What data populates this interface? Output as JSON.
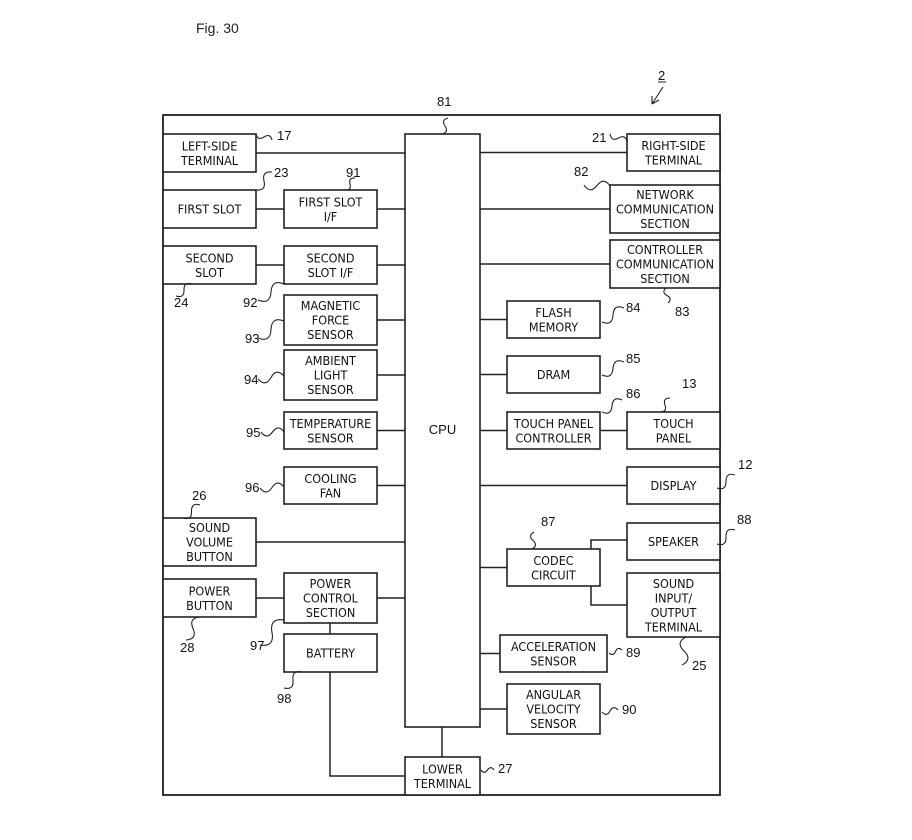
{
  "figure": {
    "title": "Fig. 30",
    "device_ref": "2"
  },
  "cpu": {
    "label": "CPU",
    "ref": "81"
  },
  "blocks": {
    "left_side_terminal": {
      "lines": [
        "LEFT-SIDE",
        "TERMINAL"
      ],
      "ref": "17"
    },
    "first_slot": {
      "lines": [
        "FIRST SLOT"
      ],
      "ref": "23"
    },
    "first_slot_if": {
      "lines": [
        "FIRST SLOT",
        "I/F"
      ],
      "ref": "91"
    },
    "second_slot": {
      "lines": [
        "SECOND",
        "SLOT"
      ],
      "ref": "24"
    },
    "second_slot_if": {
      "lines": [
        "SECOND",
        "SLOT I/F"
      ],
      "ref": "92"
    },
    "magnetic_force_sensor": {
      "lines": [
        "MAGNETIC",
        "FORCE",
        "SENSOR"
      ],
      "ref": "93"
    },
    "ambient_light_sensor": {
      "lines": [
        "AMBIENT",
        "LIGHT",
        "SENSOR"
      ],
      "ref": "94"
    },
    "temperature_sensor": {
      "lines": [
        "TEMPERATURE",
        "SENSOR"
      ],
      "ref": "95"
    },
    "cooling_fan": {
      "lines": [
        "COOLING",
        "FAN"
      ],
      "ref": "96"
    },
    "sound_volume_button": {
      "lines": [
        "SOUND",
        "VOLUME",
        "BUTTON"
      ],
      "ref": "26"
    },
    "power_button": {
      "lines": [
        "POWER",
        "BUTTON"
      ],
      "ref": "28"
    },
    "power_control_section": {
      "lines": [
        "POWER",
        "CONTROL",
        "SECTION"
      ],
      "ref": "97"
    },
    "battery": {
      "lines": [
        "BATTERY"
      ],
      "ref": "98"
    },
    "lower_terminal": {
      "lines": [
        "LOWER",
        "TERMINAL"
      ],
      "ref": "27"
    },
    "right_side_terminal": {
      "lines": [
        "RIGHT-SIDE",
        "TERMINAL"
      ],
      "ref": "21"
    },
    "network_communication_section": {
      "lines": [
        "NETWORK",
        "COMMUNICATION",
        "SECTION"
      ],
      "ref": "82"
    },
    "controller_communication_section": {
      "lines": [
        "CONTROLLER",
        "COMMUNICATION",
        "SECTION"
      ],
      "ref": "83"
    },
    "flash_memory": {
      "lines": [
        "FLASH",
        "MEMORY"
      ],
      "ref": "84"
    },
    "dram": {
      "lines": [
        "DRAM"
      ],
      "ref": "85"
    },
    "touch_panel_controller": {
      "lines": [
        "TOUCH PANEL",
        "CONTROLLER"
      ],
      "ref": "86"
    },
    "touch_panel": {
      "lines": [
        "TOUCH",
        "PANEL"
      ],
      "ref": "13"
    },
    "display": {
      "lines": [
        "DISPLAY"
      ],
      "ref": "12"
    },
    "codec_circuit": {
      "lines": [
        "CODEC",
        "CIRCUIT"
      ],
      "ref": "87"
    },
    "speaker": {
      "lines": [
        "SPEAKER"
      ],
      "ref": "88"
    },
    "sound_io_terminal": {
      "lines": [
        "SOUND",
        "INPUT/",
        "OUTPUT",
        "TERMINAL"
      ],
      "ref": "25"
    },
    "acceleration_sensor": {
      "lines": [
        "ACCELERATION",
        "SENSOR"
      ],
      "ref": "89"
    },
    "angular_velocity_sensor": {
      "lines": [
        "ANGULAR",
        "VELOCITY",
        "SENSOR"
      ],
      "ref": "90"
    }
  }
}
